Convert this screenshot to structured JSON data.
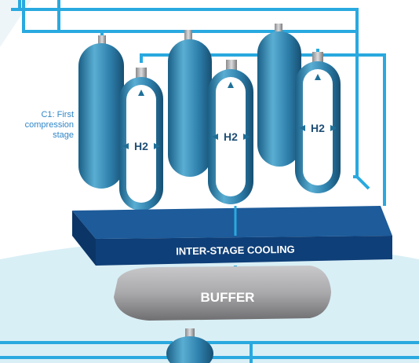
{
  "labels": {
    "first_stage_line1": "C1: First",
    "first_stage_line2": "compression",
    "first_stage_line3": "stage",
    "h2": "H2",
    "cooling": "INTER-STAGE COOLING",
    "buffer": "BUFFER"
  },
  "colors": {
    "pipe": "#29a9df",
    "tank_dark": "#1f6f98",
    "tank_light": "#4ea2c9",
    "cooling_top": "#1d5b9a",
    "cooling_front": "#0f3f78",
    "buffer": "#a8a8aa",
    "label_blue": "#2f86c8"
  }
}
